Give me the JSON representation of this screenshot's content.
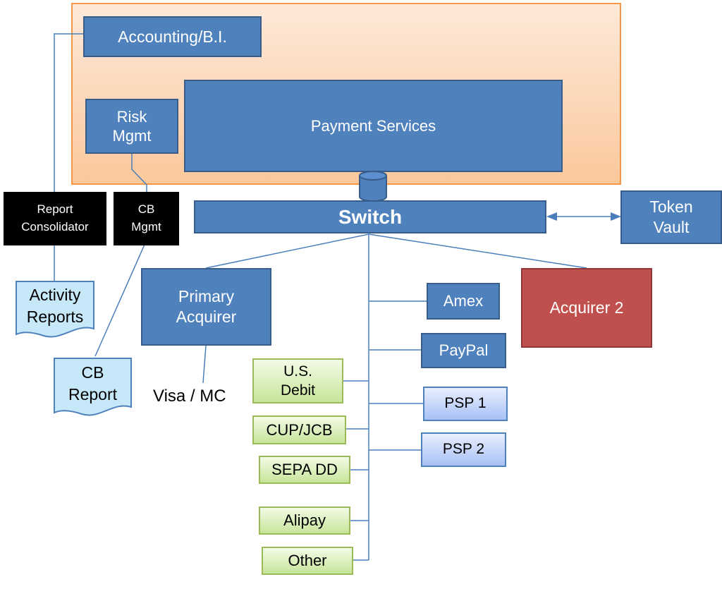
{
  "colors": {
    "platform_fill": "#fbd5b5",
    "platform_border": "#f79646",
    "box_blue": "#4f81bd",
    "box_red": "#c0504d",
    "box_black": "#000000",
    "connector": "#4a7ebb",
    "doc_fill": "#c6e8f8"
  },
  "platform": {
    "accounting": "Accounting/B.I.",
    "risk_mgmt": "Risk\nMgmt",
    "payment_services": "Payment Services"
  },
  "switch": {
    "label": "Switch",
    "database_icon": "database-cylinder-icon"
  },
  "token_vault": "Token\nVault",
  "side_boxes": {
    "report_consolidator": "Report\nConsolidator",
    "cb_mgmt": "CB\nMgmt"
  },
  "documents": {
    "activity_reports": "Activity\nReports",
    "cb_report": "CB\nReport"
  },
  "acquirers": {
    "primary": "Primary\nAcquirer",
    "primary_networks": "Visa / MC",
    "secondary": "Acquirer 2"
  },
  "right_methods": [
    "Amex",
    "PayPal"
  ],
  "psps": [
    "PSP 1",
    "PSP 2"
  ],
  "left_methods": [
    "U.S.\nDebit",
    "CUP/JCB",
    "SEPA DD",
    "Alipay",
    "Other"
  ]
}
